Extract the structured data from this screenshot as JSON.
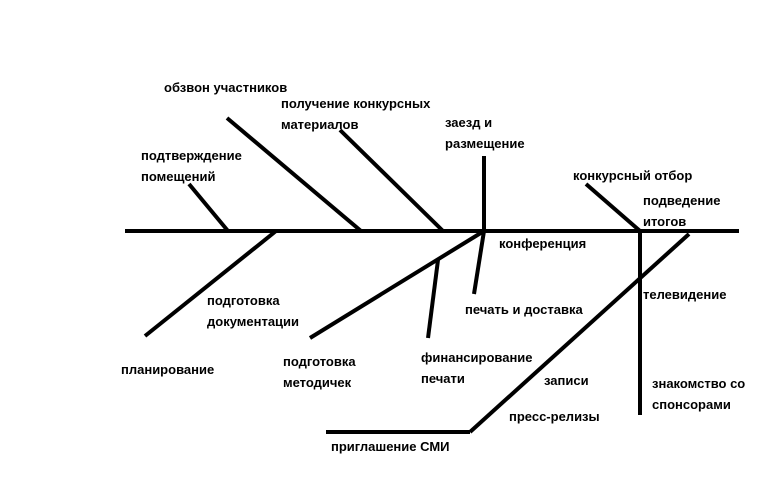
{
  "diagram": {
    "labels": {
      "obzvon": "обзвон участников",
      "poluchenie": "получение конкурсных\nматериалов",
      "zaezd": "заезд и\nразмещение",
      "podtverzhdenie": "подтверждение\nпомещений",
      "konkursny_otbor": "конкурсный отбор",
      "podvedenie": "подведение\nитогов",
      "konferentsiya": "конференция",
      "televidenie": "телевидение",
      "podgotovka_dok": "подготовка\nдокументации",
      "pechat_dostavka": "печать и доставка",
      "planirovanie": "планирование",
      "podgotovka_metod": "подготовка\nметодичек",
      "finansirovanie": "финансирование\nпечати",
      "zapisi": "записи",
      "znakomstvo": "знакомство со\nспонсорами",
      "press_relizy": "пресс-релизы",
      "priglashenie": "приглашение СМИ"
    }
  }
}
